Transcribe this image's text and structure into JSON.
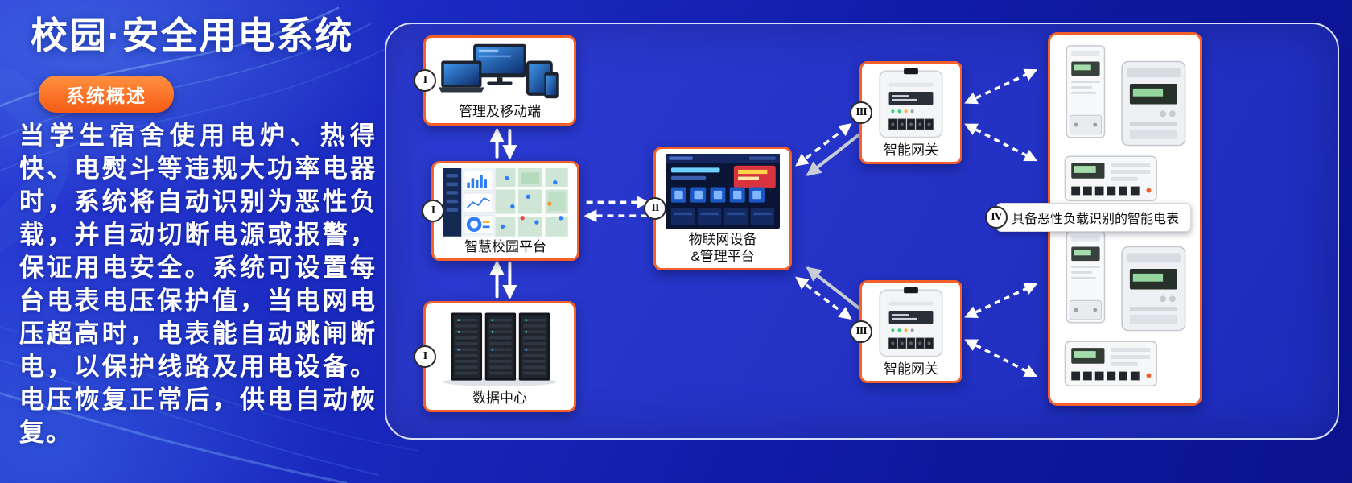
{
  "header": {
    "title": "校园·安全用电系统",
    "badge": "系统概述"
  },
  "description": "当学生宿舍使用电炉、热得快、电熨斗等违规大功率电器时，系统将自动识别为恶性负载，并自动切断电源或报警，保证用电安全。系统可设置每台电表电压保护值，当电网电压超高时，电表能自动跳闸断电，以保护线路及用电设备。电压恢复正常后，供电自动恢复。",
  "diagram": {
    "node_mgmt": {
      "numeral": "I",
      "label": "管理及移动端"
    },
    "node_platform": {
      "numeral": "I",
      "label": "智慧校园平台"
    },
    "node_datacenter": {
      "numeral": "I",
      "label": "数据中心"
    },
    "node_iot": {
      "numeral": "II",
      "label_line1": "物联网设备",
      "label_line2": "&管理平台"
    },
    "node_gateway_top": {
      "numeral": "III",
      "label": "智能网关"
    },
    "node_gateway_bottom": {
      "numeral": "III",
      "label": "智能网关"
    },
    "node_meters": {
      "numeral": "IV",
      "label": "具备恶性负载识别的智能电表"
    }
  },
  "colors": {
    "accent_orange": "#f45f2a",
    "badge_gradient_start": "#ff9140",
    "badge_gradient_end": "#f55b14",
    "background_blue": "#101ba6",
    "panel_border": "#d8e0ff",
    "arrow_white": "#ffffff",
    "arrow_gray": "#c9cdd6"
  }
}
